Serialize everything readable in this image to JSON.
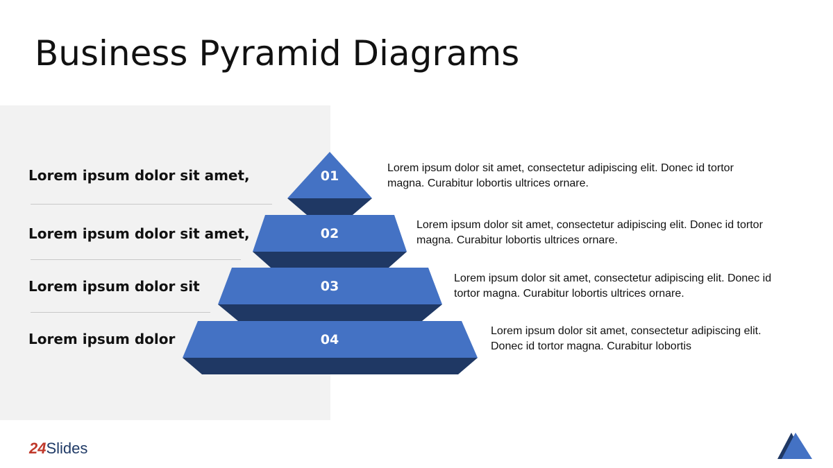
{
  "slide": {
    "title": "Business Pyramid Diagrams"
  },
  "left_labels": [
    "Lorem ipsum dolor sit amet,",
    "Lorem ipsum dolor sit amet,",
    "Lorem ipsum dolor sit",
    "Lorem ipsum dolor"
  ],
  "pyramid": {
    "levels": [
      "01",
      "02",
      "03",
      "04"
    ],
    "colors": {
      "face": "#4472c4",
      "shadow": "#1f3864"
    }
  },
  "descriptions": [
    {
      "line1": "Lorem ipsum dolor sit amet, consectetur adipiscing elit. Donec id tortor",
      "line2": "magna. Curabitur lobortis ultrices ornare."
    },
    {
      "line1": "Lorem ipsum dolor sit amet, consectetur adipiscing elit. Donec id tortor",
      "line2": "magna. Curabitur lobortis ultrices ornare."
    },
    {
      "line1": "Lorem ipsum dolor sit amet, consectetur adipiscing elit. Donec id",
      "line2": "tortor magna. Curabitur lobortis ultrices ornare."
    },
    {
      "line1": "Lorem ipsum dolor sit amet, consectetur adipiscing elit.",
      "line2": "Donec id tortor magna. Curabitur lobortis"
    }
  ],
  "logo": {
    "number": "24",
    "word": "Slides"
  },
  "corner_icon": "pyramid-icon"
}
